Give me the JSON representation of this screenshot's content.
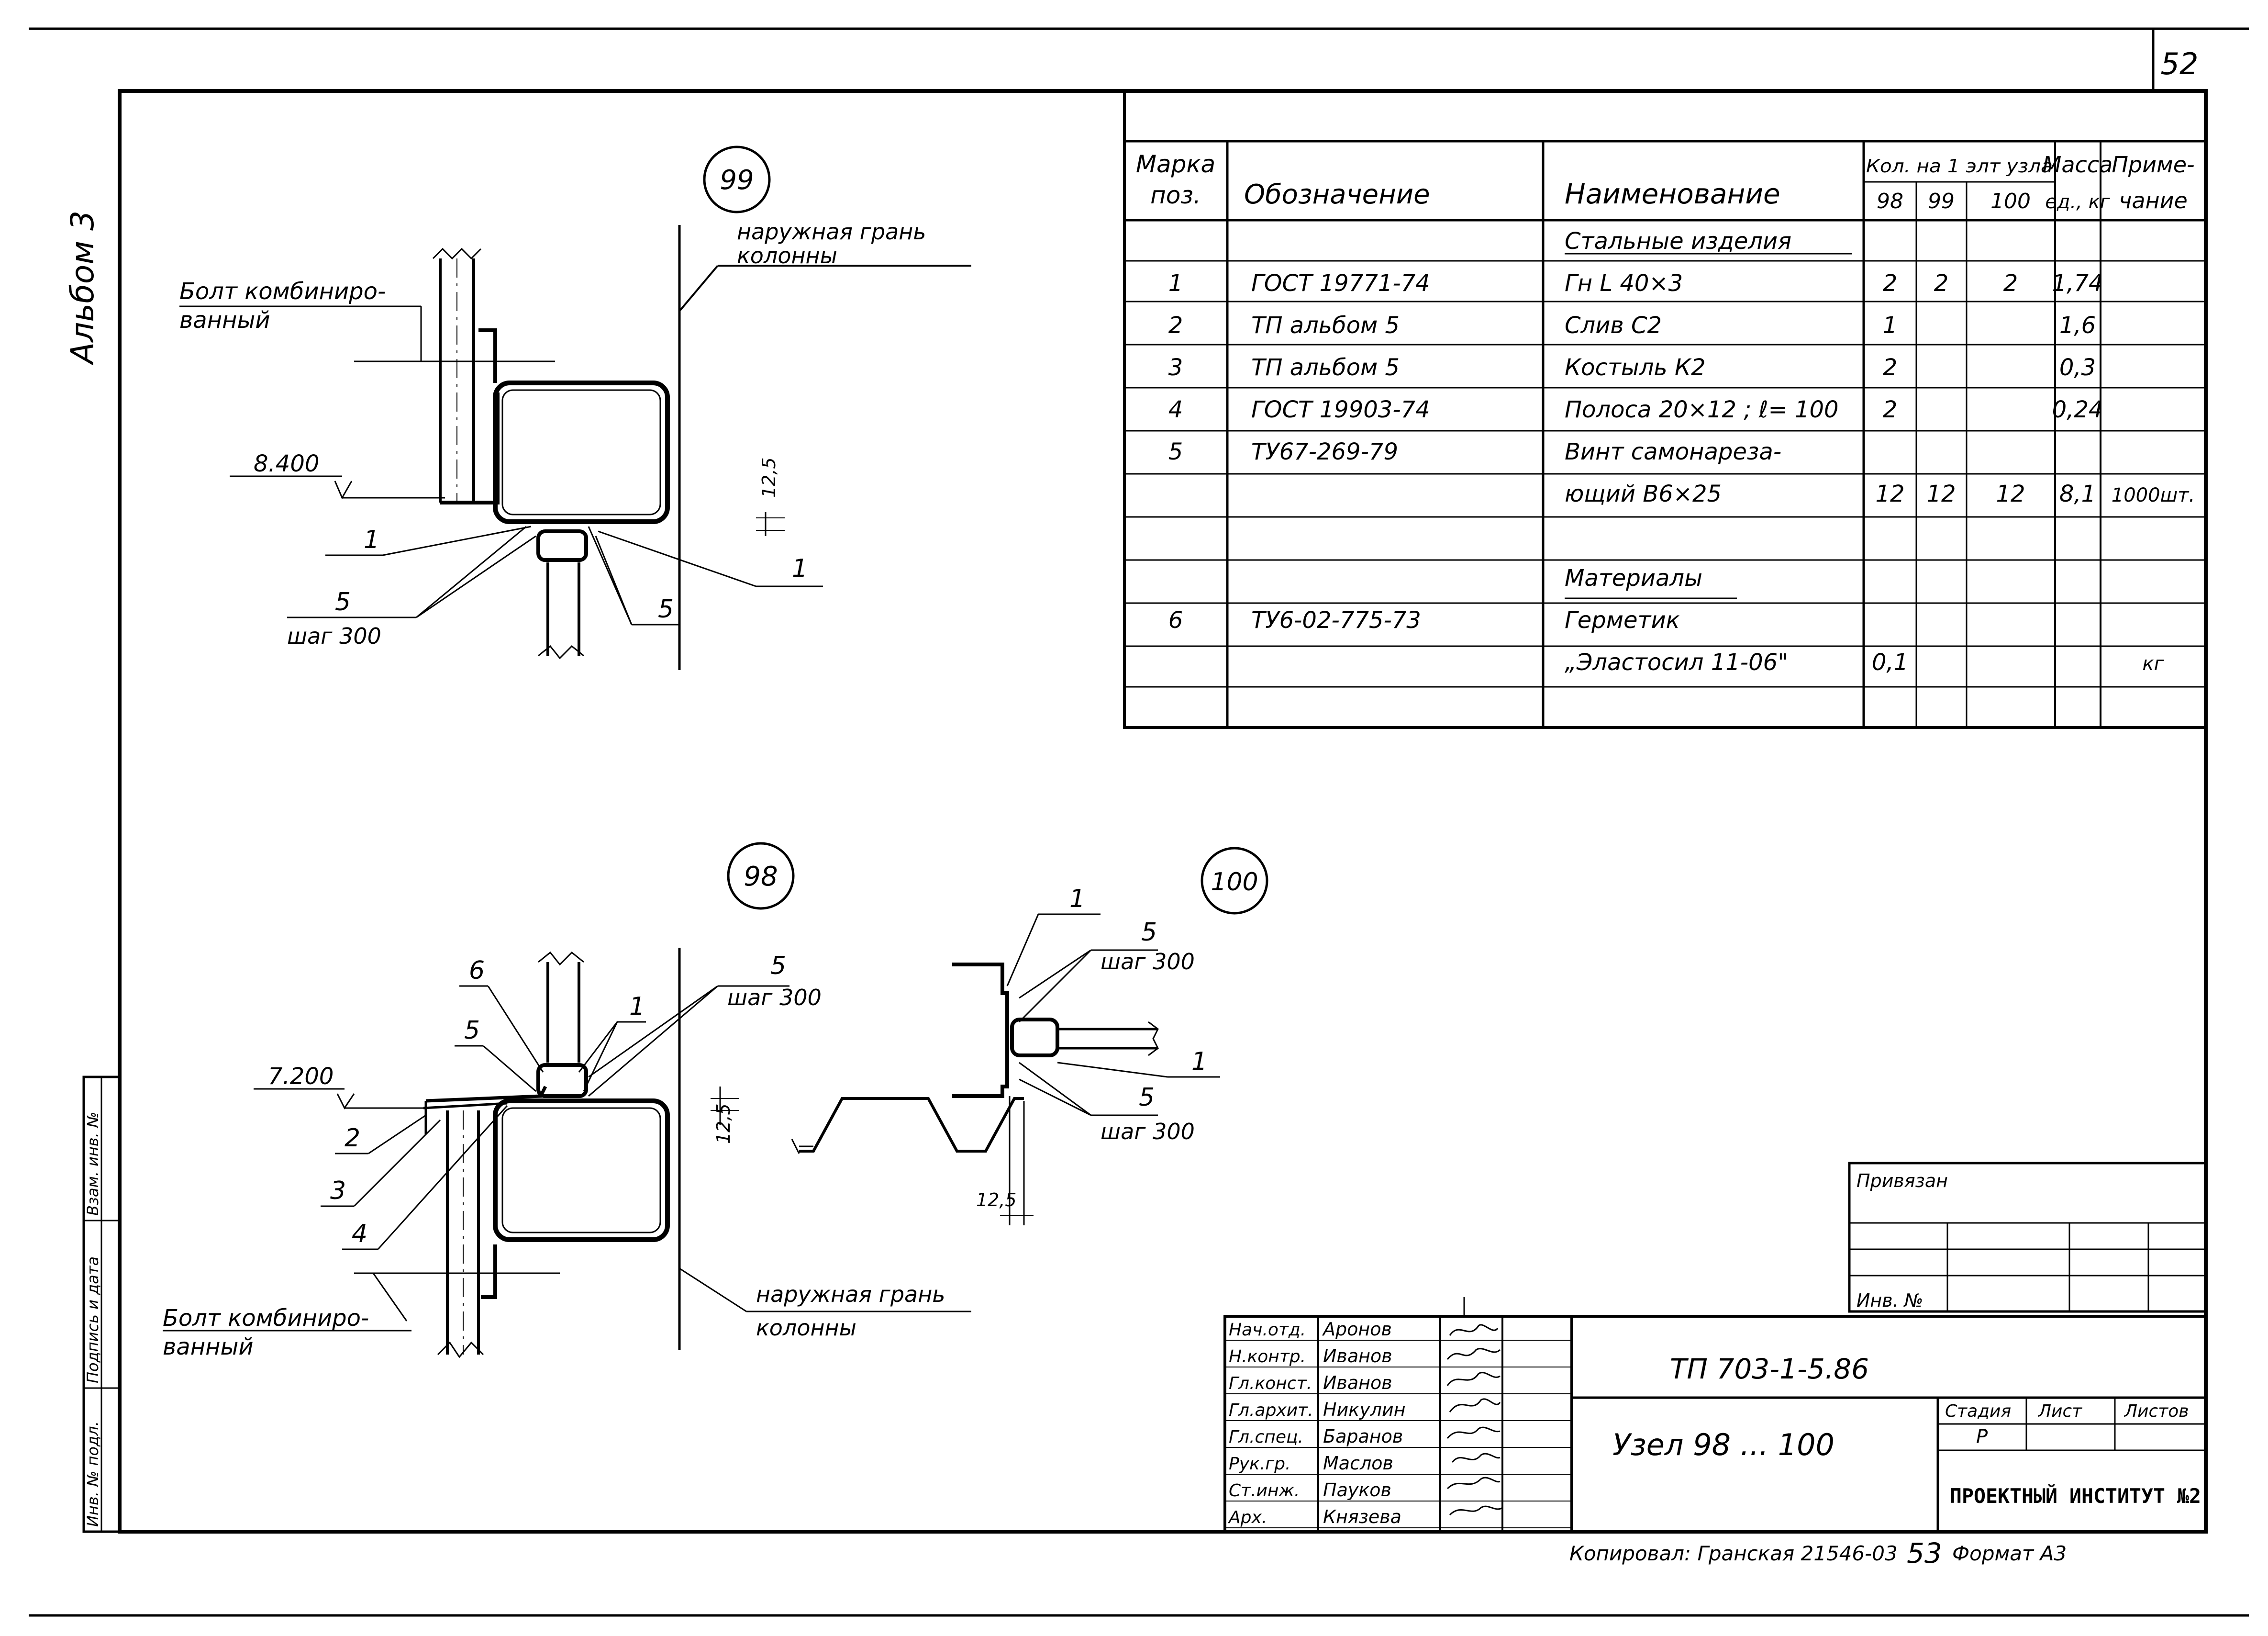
{
  "sheet": {
    "number": "52",
    "album_label": "Альбом 3"
  },
  "spec_table": {
    "headers": {
      "mark": [
        "Марка",
        "поз."
      ],
      "designation": "Обозначение",
      "name": "Наименование",
      "qty_group": "Кол. на 1 элт узла",
      "qty_cols": [
        "98",
        "99",
        "100"
      ],
      "mass": [
        "Масса",
        "ед., кг"
      ],
      "note": [
        "Приме-",
        "чание"
      ]
    },
    "rows": [
      {
        "mark": "",
        "designation": "",
        "name": "Стальные изделия",
        "q98": "",
        "q99": "",
        "q100": "",
        "mass": "",
        "note": ""
      },
      {
        "mark": "1",
        "designation": "ГОСТ 19771-74",
        "name": "Гн L 40×3",
        "q98": "2",
        "q99": "2",
        "q100": "2",
        "mass": "1,74",
        "note": ""
      },
      {
        "mark": "2",
        "designation": "ТП          альбом 5",
        "name": "Слив   С2",
        "q98": "1",
        "q99": "",
        "q100": "",
        "mass": "1,6",
        "note": ""
      },
      {
        "mark": "3",
        "designation": "ТП          альбом 5",
        "name": "Костыль     К2",
        "q98": "2",
        "q99": "",
        "q100": "",
        "mass": "0,3",
        "note": ""
      },
      {
        "mark": "4",
        "designation": "ГОСТ 19903-74",
        "name": "Полоса 20×12 ; ℓ= 100",
        "q98": "2",
        "q99": "",
        "q100": "",
        "mass": "0,24",
        "note": ""
      },
      {
        "mark": "5",
        "designation": "ТУ67-269-79",
        "name": "Винт самонареза-",
        "q98": "",
        "q99": "",
        "q100": "",
        "mass": "",
        "note": ""
      },
      {
        "mark": "",
        "designation": "",
        "name": "ющий     В6×25",
        "q98": "12",
        "q99": "12",
        "q100": "12",
        "mass": "8,1",
        "note": "1000шт."
      },
      {
        "mark": "",
        "designation": "",
        "name": "",
        "q98": "",
        "q99": "",
        "q100": "",
        "mass": "",
        "note": ""
      },
      {
        "mark": "",
        "designation": "",
        "name": "Материалы",
        "q98": "",
        "q99": "",
        "q100": "",
        "mass": "",
        "note": ""
      },
      {
        "mark": "6",
        "designation": "ТУ6-02-775-73",
        "name": "Герметик",
        "q98": "",
        "q99": "",
        "q100": "",
        "mass": "",
        "note": ""
      },
      {
        "mark": "",
        "designation": "",
        "name": "„Эластосил    11-06\"",
        "q98": "0,1",
        "q99": "",
        "q100": "",
        "mass": "",
        "note": "кг"
      },
      {
        "mark": "",
        "designation": "",
        "name": "",
        "q98": "",
        "q99": "",
        "q100": "",
        "mass": "",
        "note": ""
      }
    ]
  },
  "node99": {
    "id": "99",
    "label_outer_face": [
      "наружная грань",
      "колонны"
    ],
    "label_bolt": [
      "Болт комбиниро-",
      "ванный"
    ],
    "elevation": "8.400",
    "callouts": {
      "c1a": "1",
      "c1b": "1",
      "c5a": "5",
      "step": "шаг 300",
      "c5b": "5"
    },
    "dim": "12,5"
  },
  "node98": {
    "id": "98",
    "elevation": "7.200",
    "callouts": {
      "c6": "6",
      "c5": "5",
      "c1": "1",
      "c5b": "5",
      "step": "шаг 300",
      "c2": "2",
      "c3": "3",
      "c4": "4"
    },
    "label_bolt": [
      "Болт комбиниро-",
      "ванный"
    ],
    "label_outer_face": [
      "наружная грань",
      "колонны"
    ],
    "dim": "12,5"
  },
  "node100": {
    "id": "100",
    "callouts": {
      "c1a": "1",
      "c5a": "5",
      "step_a": "шаг 300",
      "c1b": "1",
      "c5b": "5",
      "step_b": "шаг 300"
    },
    "dim": "12,5"
  },
  "left_stamp": [
    "Инв. № подл.",
    "Подпись и дата",
    "Взам. инв. №"
  ],
  "binding_box": {
    "title": "Привязан",
    "inv": "Инв. №"
  },
  "title_block": {
    "roles": [
      "Нач.отд.",
      "Н.контр.",
      "Гл.конст.",
      "Гл.архит.",
      "Гл.спец.",
      "Рук.гр.",
      "Ст.инж.",
      "Арх."
    ],
    "names": [
      "Аронов",
      "Иванов",
      "Иванов",
      "Никулин",
      "Баранов",
      "Маслов",
      "Пауков",
      "Князева"
    ],
    "code": "ТП 703-1-5.86",
    "title": "Узел  98 ... 100",
    "stage_label": "Стадия",
    "sheet_label": "Лист",
    "sheets_label": "Листов",
    "stage": "Р",
    "org": "ПРОЕКТНЫЙ ИНСТИТУТ №2"
  },
  "footer": {
    "copied": "Копировал: Гранская 21546-03",
    "num": "53",
    "format": "Формат А3"
  }
}
